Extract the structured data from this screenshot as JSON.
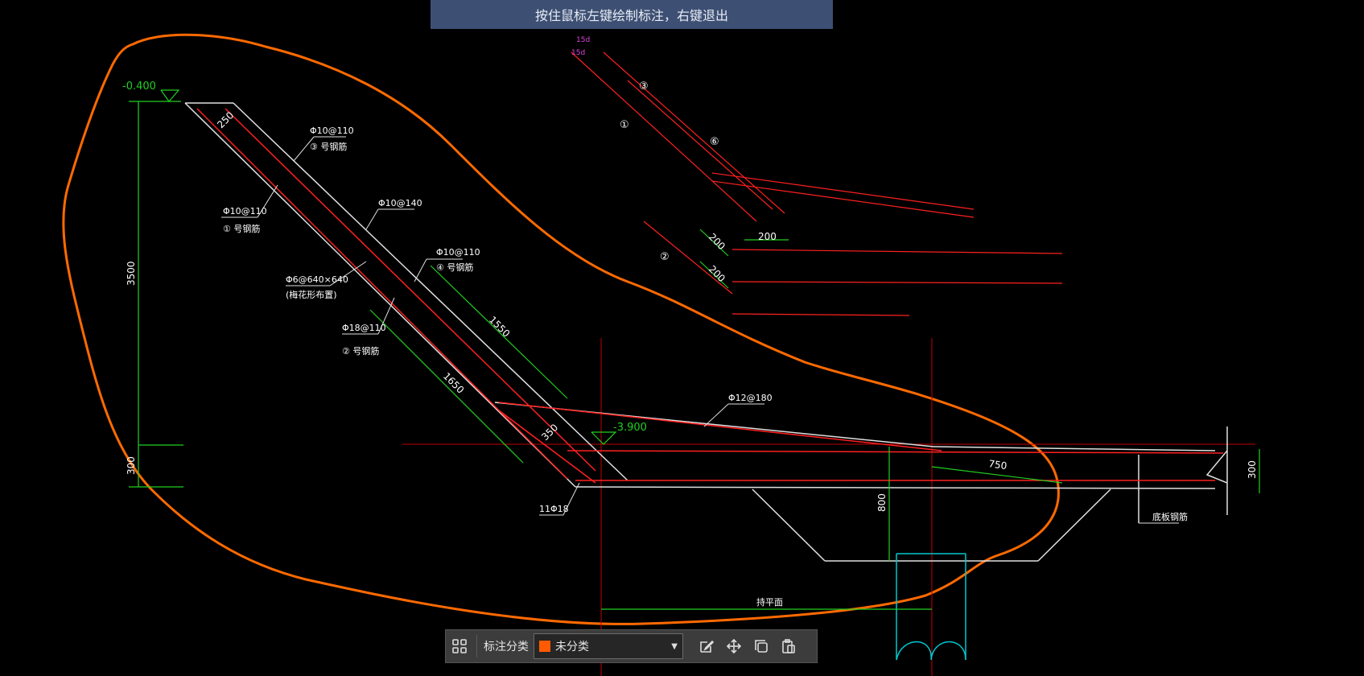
{
  "hint": {
    "text": "按住鼠标左键绘制标注，右键退出"
  },
  "toolbar": {
    "category_label": "标注分类",
    "category_value": "未分类",
    "category_color": "#ff5a00",
    "icons": [
      "grid-icon",
      "edit-icon",
      "move-icon",
      "copy-icon",
      "paste-icon"
    ]
  },
  "drawing": {
    "elevation_top": "-0.400",
    "elevation_mid": "-3.900",
    "dim_3500": "3500",
    "dim_300_left": "300",
    "dim_300_right": "300",
    "dim_250": "250",
    "dim_1550": "1550",
    "dim_1650": "1650",
    "dim_350": "350",
    "dim_750": "750",
    "dim_800": "800",
    "dim_200_a": "200",
    "dim_200_b": "200",
    "dim_200_c": "200",
    "rebar_3": "Φ10@110",
    "rebar_3_note": "③ 号钢筋",
    "rebar_1": "Φ10@110",
    "rebar_1_note": "① 号钢筋",
    "rebar_4_top": "Φ10@140",
    "rebar_4": "Φ10@110",
    "rebar_4_note": "④ 号钢筋",
    "rebar_6": "Φ6@640×640",
    "rebar_6_note": "(梅花形布置)",
    "rebar_2": "Φ18@110",
    "rebar_2_note": "② 号钢筋",
    "rebar_12": "Φ12@180",
    "note_110": "11Φ18",
    "note_bottom": "底板钢筋",
    "note_ground": "持平面",
    "callout_1": "①",
    "callout_2": "②",
    "callout_3": "③",
    "callout_6": "⑥",
    "small_a": "15d",
    "small_b": "15d"
  }
}
